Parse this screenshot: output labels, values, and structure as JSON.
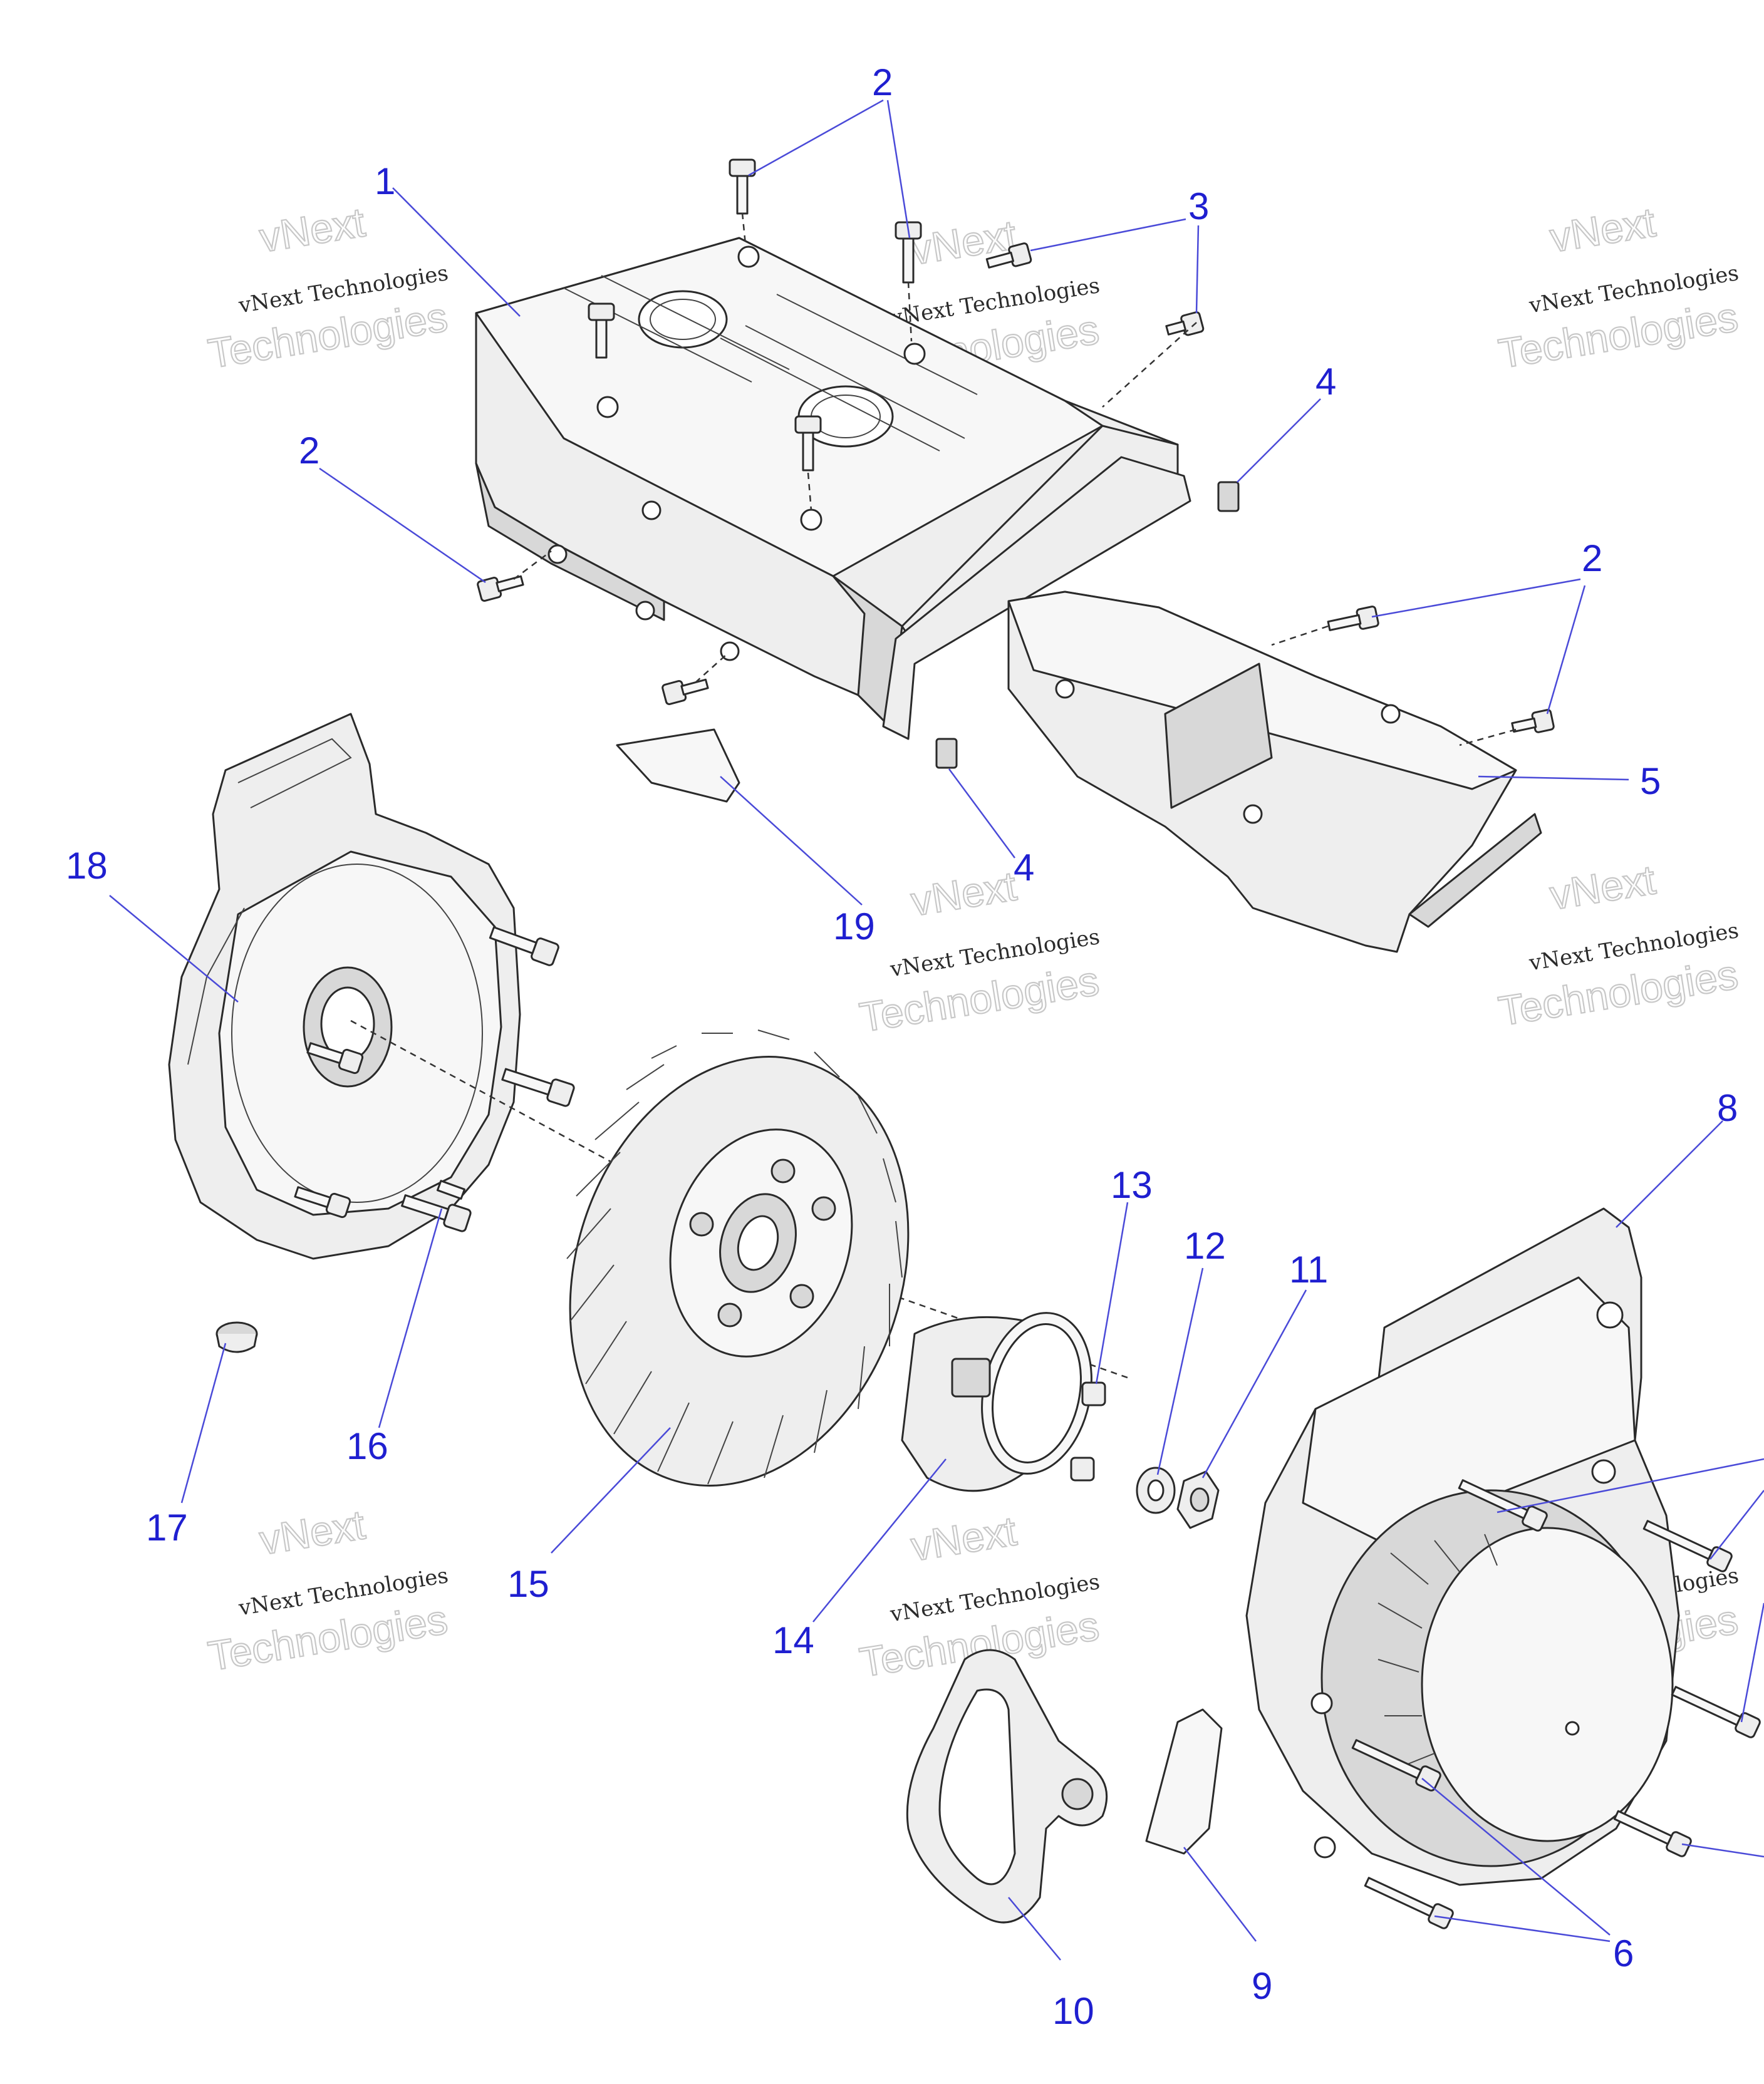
{
  "watermark": {
    "line1": "vNext",
    "line2": "vNext Technologies",
    "line3": "Technologies"
  },
  "callouts": [
    "1",
    "2",
    "2",
    "2",
    "3",
    "4",
    "4",
    "5",
    "6",
    "8",
    "9",
    "10",
    "11",
    "12",
    "13",
    "14",
    "15",
    "16",
    "17",
    "18",
    "19"
  ],
  "colors": {
    "callout": "#1f1fd0",
    "leader": "#4a4ad8",
    "part_fill": "#eeeeee",
    "outline": "#2a2a2a"
  }
}
